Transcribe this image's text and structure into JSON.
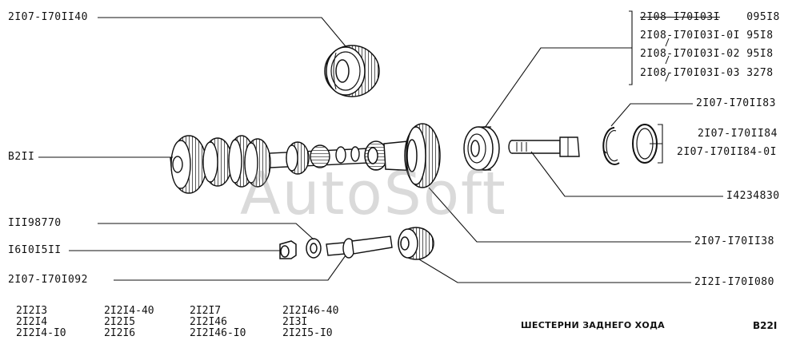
{
  "colors": {
    "ink": "#111111",
    "watermark": "#9a9a9a",
    "background": "#ffffff"
  },
  "watermark": "AutoSoft",
  "labels": {
    "gear_top": "2I07-I70II40",
    "shaft": "B2II",
    "washer": "III98770",
    "nut": "I6I0I5II",
    "bolt_axle": "2I07-I70I092",
    "bearing_code": "2I07-I70II83",
    "bolt": "I4234830",
    "gear_mid": "2I07-I70II38",
    "gear_small": "2I2I-I70I080"
  },
  "bearing_group": [
    {
      "part": "2I08-I70I03I",
      "code": "095I8",
      "struck": true
    },
    {
      "part": "2I08-I70I03I-0I",
      "code": "95I8",
      "struck": false
    },
    {
      "part": "2I08-I70I03I-02",
      "code": "95I8",
      "struck": false
    },
    {
      "part": "2I08-I70I03I-03",
      "code": "3278",
      "struck": false
    }
  ],
  "ring_group": [
    "2I07-I70II84",
    "2I07-I70II84-0I"
  ],
  "footer": {
    "col1": [
      "2I2I3",
      "2I2I4",
      "2I2I4-I0"
    ],
    "col2": [
      "2I2I4-40",
      "2I2I5",
      "2I2I6"
    ],
    "col3": [
      "2I2I7",
      "2I2I46",
      "2I2I46-I0"
    ],
    "col4": [
      "2I2I46-40",
      "2I3I",
      "2I2I5-I0"
    ]
  },
  "title": "ШЕСТЕРНИ ЗАДНЕГО ХОДА",
  "sheet": "B22I"
}
